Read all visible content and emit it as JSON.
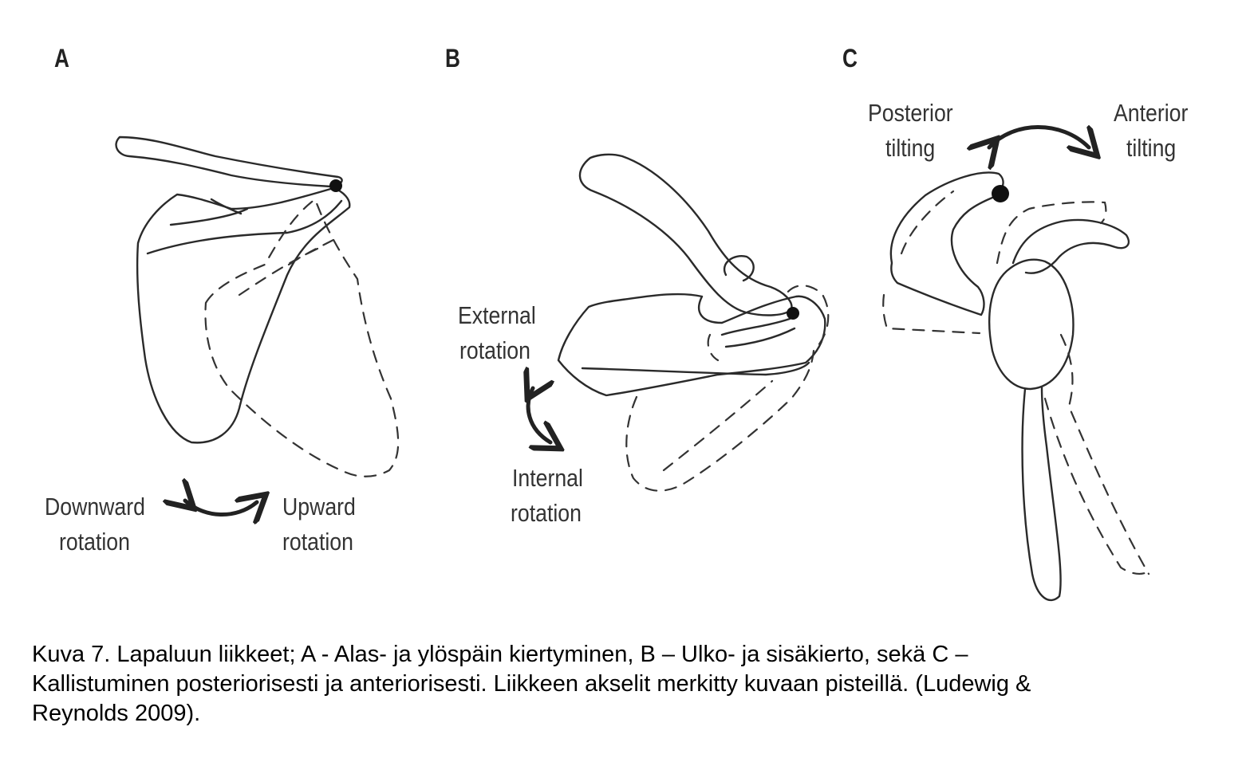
{
  "panels": {
    "a": {
      "letter": "A",
      "label_left_1": "Downward",
      "label_left_2": "rotation",
      "label_right_1": "Upward",
      "label_right_2": "rotation"
    },
    "b": {
      "letter": "B",
      "label_top_1": "External",
      "label_top_2": "rotation",
      "label_bottom_1": "Internal",
      "label_bottom_2": "rotation"
    },
    "c": {
      "letter": "C",
      "label_left_1": "Posterior",
      "label_left_2": "tilting",
      "label_right_1": "Anterior",
      "label_right_2": "tilting"
    }
  },
  "caption": {
    "line1": "Kuva 7. Lapaluun liikkeet; A -  Alas- ja ylöspäin kiertyminen, B – Ulko- ja sisäkierto, sekä C –",
    "line2": "Kallistuminen posteriorisesti ja anteriorisesti. Liikkeen akselit merkitty kuvaan pisteillä. (Ludewig &",
    "line3": "Reynolds 2009)."
  }
}
